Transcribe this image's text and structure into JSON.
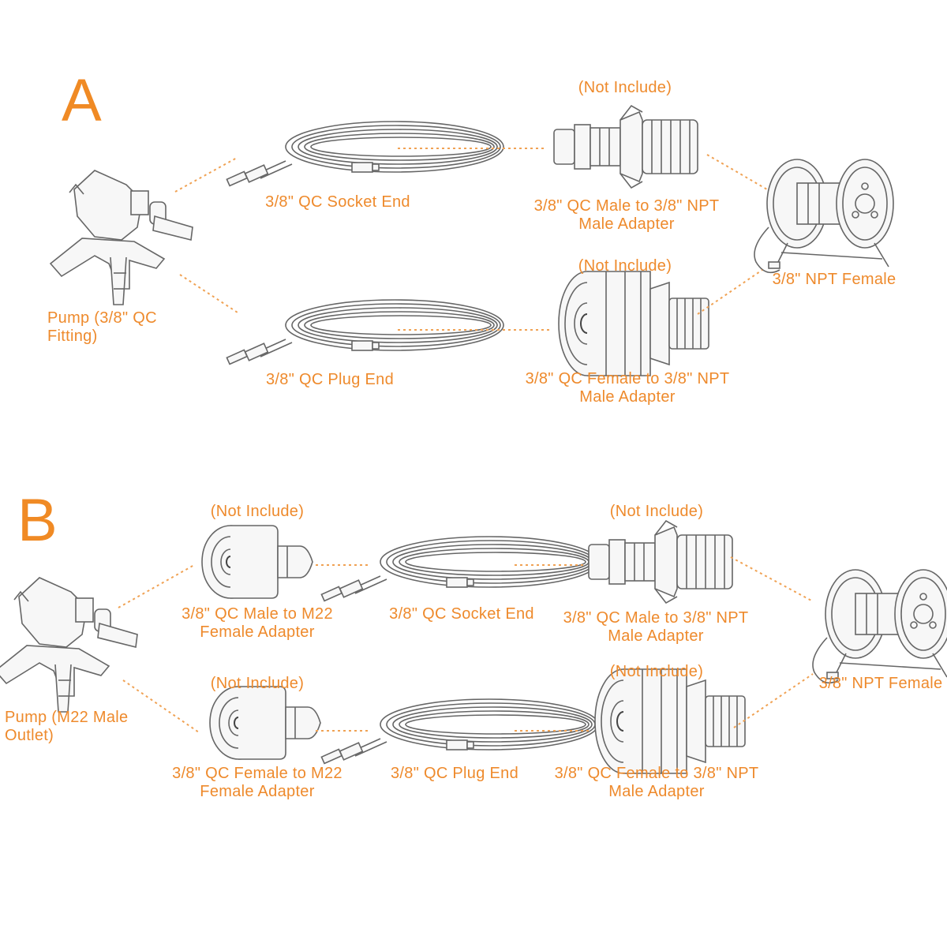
{
  "sections": [
    {
      "letter": "A",
      "pump_label": [
        "Pump (3/8\" QC",
        "Fitting)"
      ],
      "top": {
        "hose_label": "3/8\" QC Socket End",
        "adapter_note": "(Not Include)",
        "adapter_label": [
          "3/8\" QC Male to 3/8\" NPT",
          "Male Adapter"
        ]
      },
      "bottom": {
        "hose_label": "3/8\" QC Plug End",
        "adapter_note": "(Not Include)",
        "adapter_label": [
          "3/8\" QC Female to 3/8\" NPT",
          "Male Adapter"
        ]
      },
      "reel_label": "3/8\" NPT Female"
    },
    {
      "letter": "B",
      "pump_label": [
        "Pump (M22 Male",
        "Outlet)"
      ],
      "top": {
        "m22_note": "(Not Include)",
        "m22_label": [
          "3/8\" QC Male to M22",
          "Female Adapter"
        ],
        "hose_label": "3/8\" QC Socket End",
        "adapter_note": "(Not Include)",
        "adapter_label": [
          "3/8\" QC Male to 3/8\" NPT",
          "Male Adapter"
        ]
      },
      "bottom": {
        "m22_note": "(Not Include)",
        "m22_label": [
          "3/8\" QC Female to M22",
          "Female Adapter"
        ],
        "hose_label": "3/8\" QC Plug End",
        "adapter_note": "(Not Include)",
        "adapter_label": [
          "3/8\" QC Female to 3/8\" NPT",
          "Male Adapter"
        ]
      },
      "reel_label": "3/8\" NPT Female"
    }
  ],
  "colors": {
    "accent": "#f08a24",
    "label": "#ee8a2c",
    "line_art": "#666666"
  }
}
